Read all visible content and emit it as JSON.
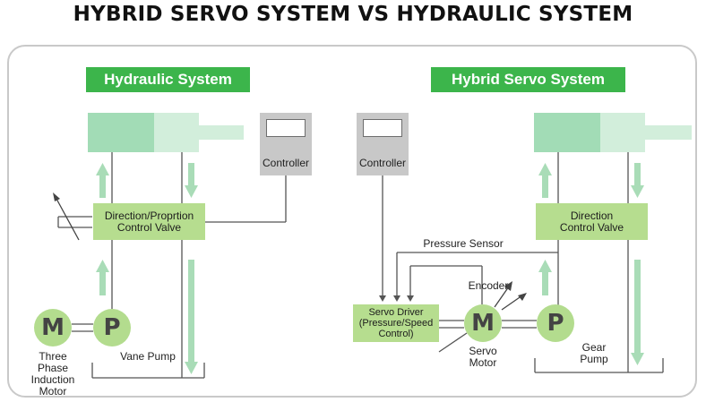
{
  "title": "HYBRID SERVO SYSTEM VS HYDRAULIC SYSTEM",
  "left": {
    "section_label": "Hydraulic System",
    "controller_label": "Controller",
    "valve_line1": "Direction/Proprtion",
    "valve_line2": "Control Valve",
    "motor_symbol": "M",
    "pump_symbol": "P",
    "motor_caption": [
      "Three",
      "Phase",
      "Induction",
      "Motor"
    ],
    "pump_caption": "Vane Pump"
  },
  "right": {
    "section_label": "Hybrid Servo System",
    "controller_label": "Controller",
    "valve_line1": "Direction",
    "valve_line2": "Control Valve",
    "pressure_sensor_label": "Pressure Sensor",
    "encoder_label": "Encoder",
    "driver_lines": [
      "Servo Driver",
      "(Pressure/Speed",
      "Control)"
    ],
    "motor_symbol": "M",
    "pump_symbol": "P",
    "motor_caption": [
      "Servo",
      "Motor"
    ],
    "pump_caption": [
      "Gear",
      "Pump"
    ]
  },
  "colors": {
    "green_label": "#3cb54b",
    "valve_green": "#b6dd8f",
    "cylinder_green": "#a2dcb6",
    "arrow_green": "#a9dcb7",
    "controller_gray": "#c8c8c8",
    "frame_gray": "#c9c9c9"
  }
}
